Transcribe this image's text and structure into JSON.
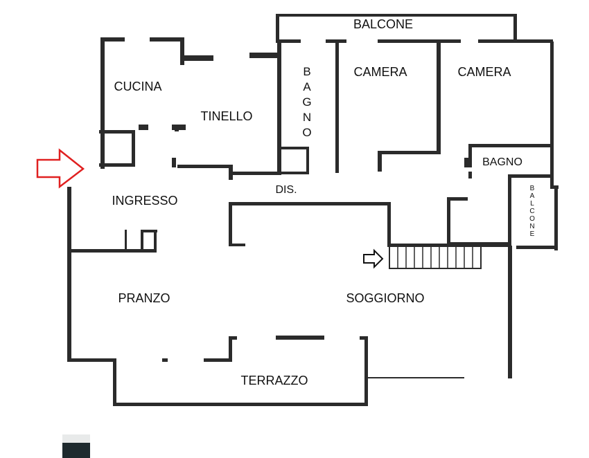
{
  "rooms": {
    "balcone_top": "BALCONE",
    "cucina": "CUCINA",
    "tinello": "TINELLO",
    "bagno_vertical": [
      "B",
      "A",
      "G",
      "N",
      "O"
    ],
    "camera_1": "CAMERA",
    "camera_2": "CAMERA",
    "bagno_right": "BAGNO",
    "balcone_side": [
      "B",
      "A",
      "L",
      "C",
      "O",
      "N",
      "E"
    ],
    "dis": "DIS.",
    "ingresso": "INGRESSO",
    "pranzo": "PRANZO",
    "soggiorno": "SOGGIORNO",
    "terrazzo": "TERRAZZO"
  },
  "markers": {
    "entrance_arrow_color": "#e02020",
    "stair_arrow_color": "#111111",
    "wall_color": "#2b2b2b"
  }
}
